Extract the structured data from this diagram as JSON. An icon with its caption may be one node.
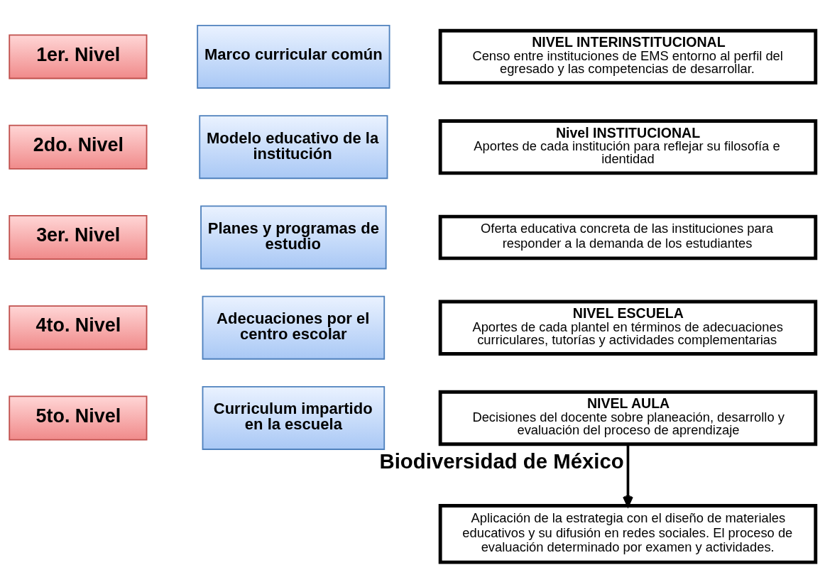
{
  "diagram": {
    "nodes": [
      {
        "text": [
          "1er. Nivel"
        ]
      },
      {
        "text": [
          "Marco curricular común"
        ]
      },
      {
        "text": [
          "NIVEL INTERINSTITUCIONAL",
          "Censo entre instituciones de EMS entorno al perfil del egresado y las competencias de desarrollar."
        ]
      },
      {
        "text": [
          "2do. Nivel"
        ]
      },
      {
        "text": [
          "Modelo educativo de la institución"
        ]
      },
      {
        "text": [
          "Nivel INSTITUCIONAL",
          "Aportes de cada institución para reflejar su filosofía e identidad"
        ]
      },
      {
        "text": [
          "3er. Nivel"
        ]
      },
      {
        "text": [
          "Planes y programas de estudio"
        ]
      },
      {
        "text": [
          "Oferta educativa concreta de las instituciones para responder a la demanda de los estudiantes"
        ]
      },
      {
        "text": [
          "4to. Nivel"
        ]
      },
      {
        "text": [
          "Adecuaciones por el centro escolar"
        ]
      },
      {
        "text": [
          "NIVEL ESCUELA",
          "Aportes de cada plantel en términos de adecuaciones curriculares, tutorías y actividades complementarias"
        ]
      },
      {
        "text": [
          "5to. Nivel"
        ]
      },
      {
        "text": [
          "Curriculum impartido en la escuela"
        ]
      },
      {
        "text": [
          "NIVEL AULA",
          "Decisiones del docente sobre planeación, desarrollo y evaluación del proceso de aprendizaje"
        ]
      },
      {
        "text": [
          "Aplicación de la estrategia con el diseño de materiales educativos y su difusión en redes sociales. El proceso de evaluación determinado por examen y actividades."
        ]
      }
    ],
    "edges": [
      {
        "from": 14,
        "to": 15,
        "arrow": "to",
        "label": "Biodiversidad de México"
      }
    ]
  }
}
